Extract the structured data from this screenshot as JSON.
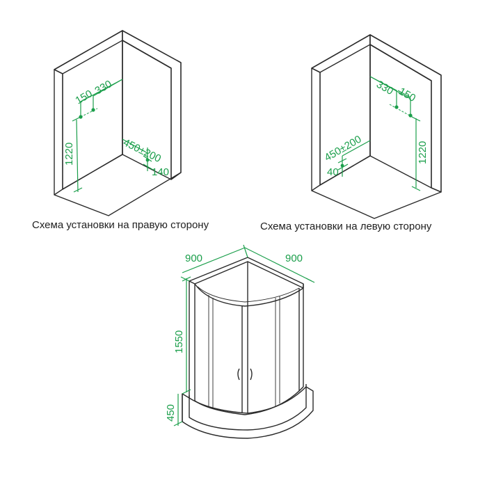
{
  "right_scheme": {
    "caption": "Схема установки на правую сторону",
    "dims": {
      "d150": "150",
      "d330": "330",
      "d1220": "1220",
      "d450": "450±200",
      "d140": "140"
    }
  },
  "left_scheme": {
    "caption": "Схема установки на левую сторону",
    "dims": {
      "d330": "330",
      "d150": "150",
      "d1220": "1220",
      "d450": "450±200",
      "d40": "40"
    }
  },
  "cabin": {
    "dims": {
      "width_left": "900",
      "width_right": "900",
      "height_glass": "1550",
      "height_tray": "450"
    }
  },
  "colors": {
    "dimension": "#1a9e4a",
    "outline": "#2a2a2a",
    "caption": "#1e1e1e"
  }
}
